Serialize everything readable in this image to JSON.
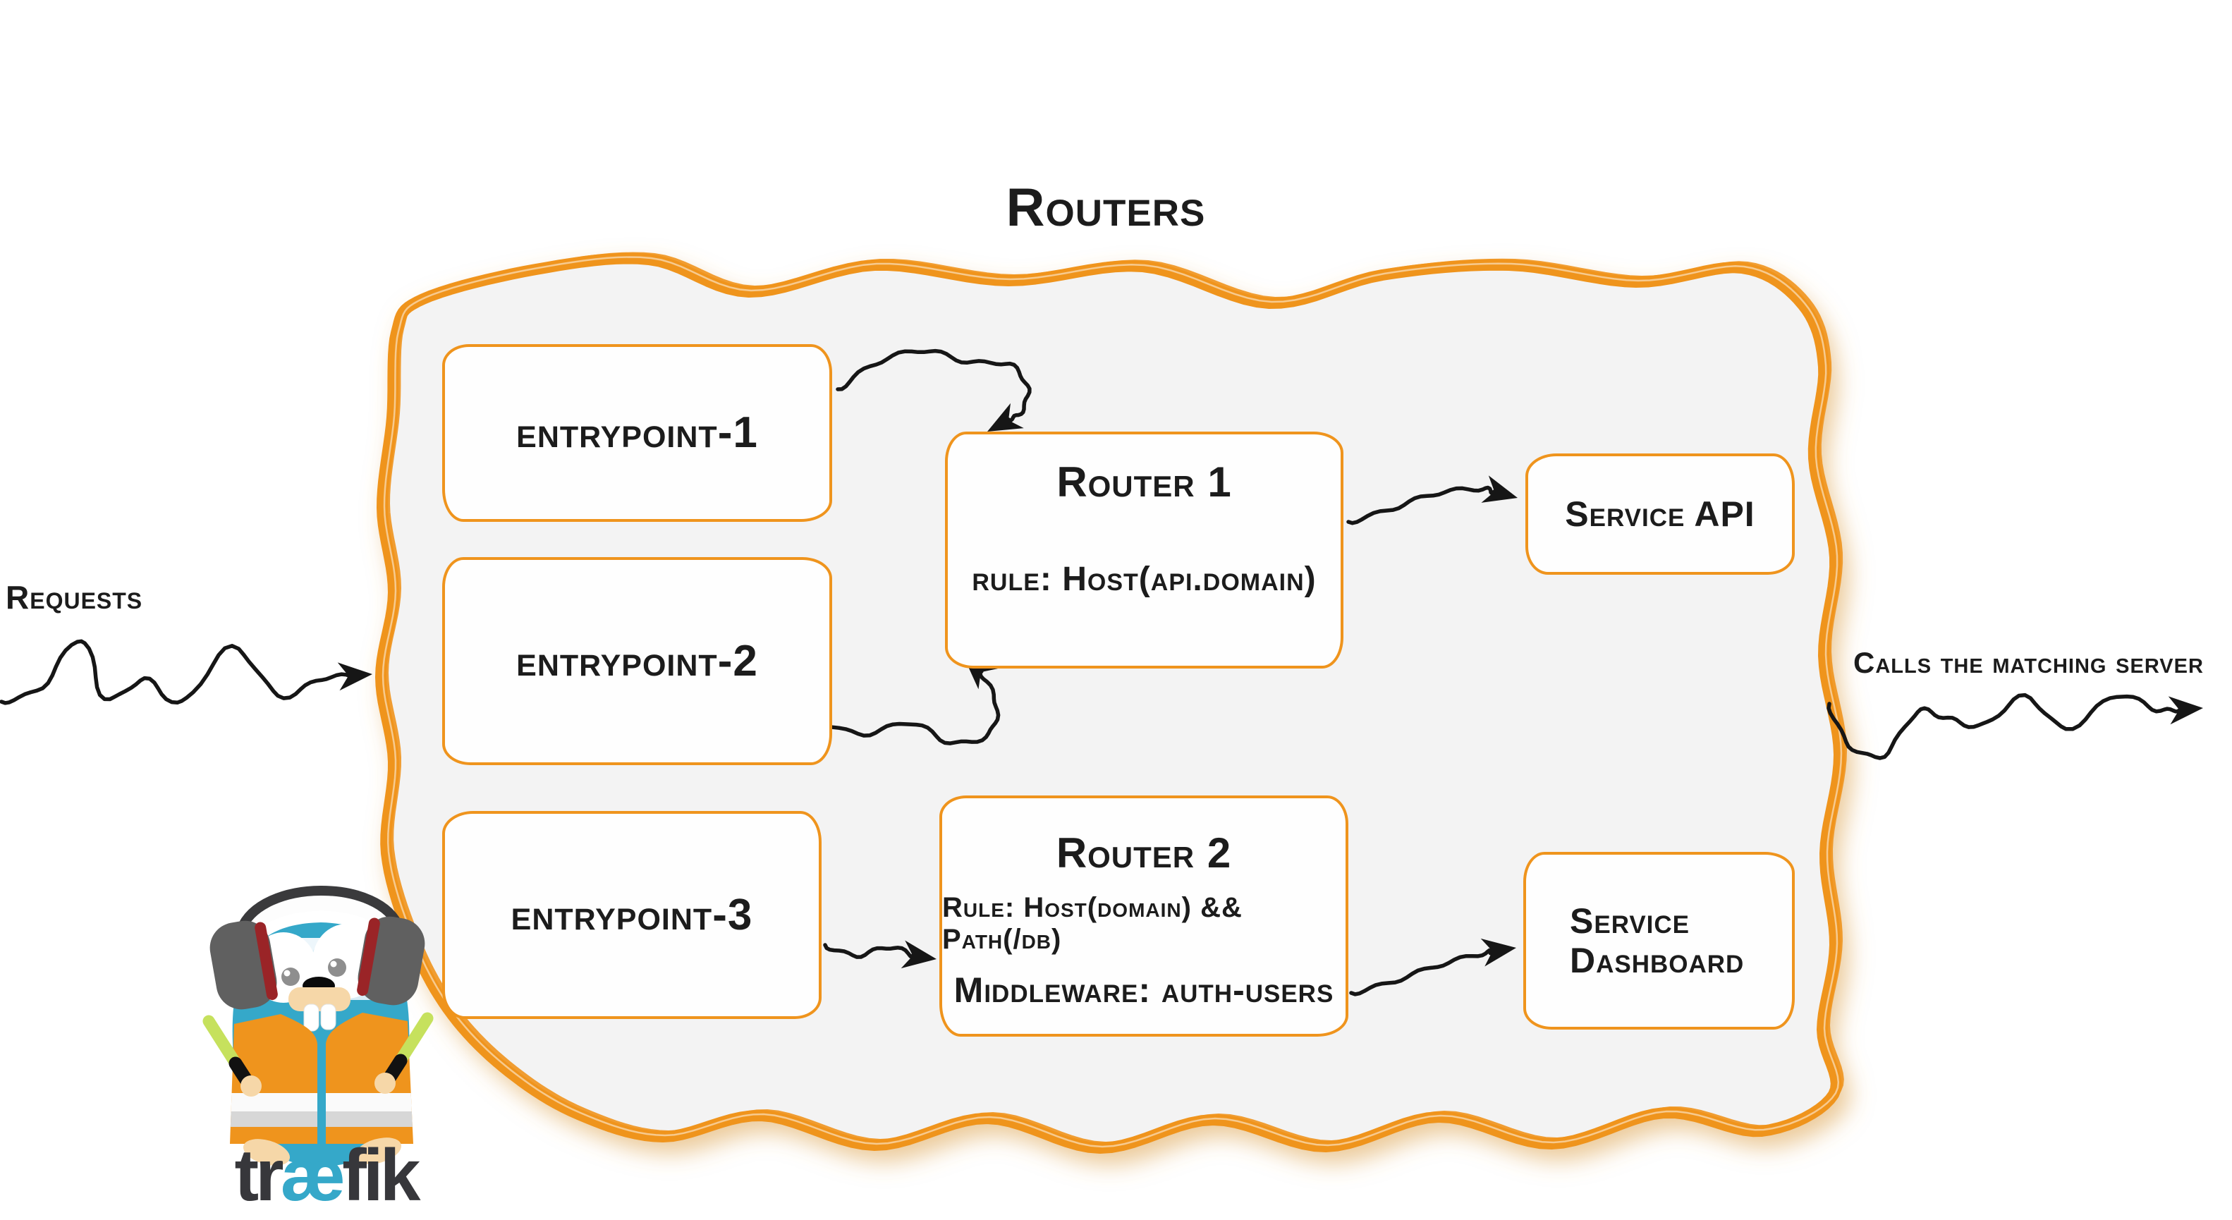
{
  "title": "Routers",
  "labels": {
    "requests": "Requests",
    "calls": "Calls the matching server"
  },
  "entrypoints": [
    {
      "label": "entrypoint-1"
    },
    {
      "label": "entrypoint-2"
    },
    {
      "label": "entrypoint-3"
    }
  ],
  "routers": [
    {
      "name": "Router 1",
      "rule": "rule: Host(api.domain)"
    },
    {
      "name": "Router 2",
      "rule": "Rule: Host(domain) && Path(/db)",
      "middleware": "Middleware: auth-users"
    }
  ],
  "services": [
    {
      "label": "Service API"
    },
    {
      "label": "Service Dashboard"
    }
  ],
  "logo": {
    "prefix": "tr",
    "ligature": "æ",
    "suffix": "fik"
  },
  "colors": {
    "accent_orange": "#ef941d",
    "canvas_gray": "#f3f3f3",
    "ink_black": "#1c1c1c",
    "gopher_teal": "#35a8c9",
    "logo_dark": "#37373b"
  }
}
